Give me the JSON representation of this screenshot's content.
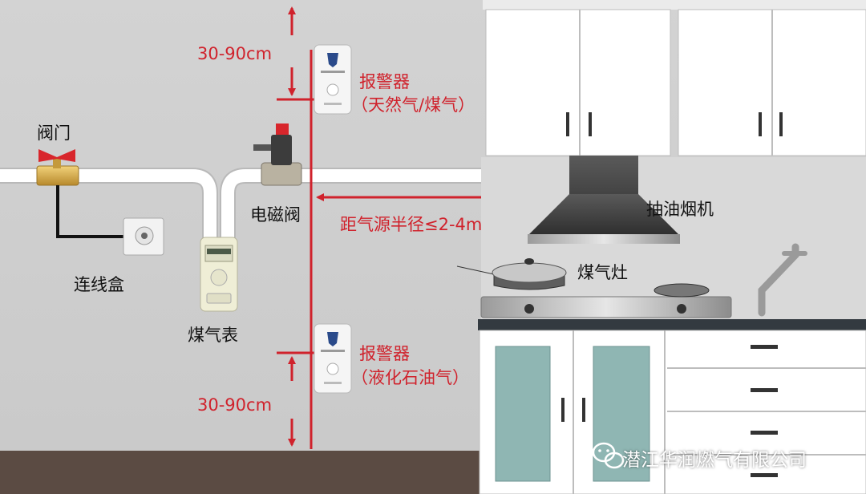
{
  "labels": {
    "valve": "阀门",
    "junction_box": "连线盒",
    "gas_meter": "煤气表",
    "solenoid_valve": "电磁阀",
    "alarm_top": "报警器",
    "alarm_top_type": "（天然气/煤气）",
    "alarm_bottom": "报警器",
    "alarm_bottom_type": "（液化石油气）",
    "range_top": "30-90cm",
    "range_bottom": "30-90cm",
    "distance": "距气源半径≤2-4m",
    "hood": "抽油烟机",
    "stove": "煤气灶"
  },
  "watermark": {
    "text": "潜江华润燃气有限公司",
    "icon": "wechat-icon"
  },
  "colors": {
    "wall": "#cfcfcf",
    "floor": "#5b4b43",
    "pipe": "#ffffff",
    "accent_red": "#d0222c",
    "cabinet": "#ffffff",
    "glass": "#8fb6b3",
    "countertop": "#333a40"
  }
}
